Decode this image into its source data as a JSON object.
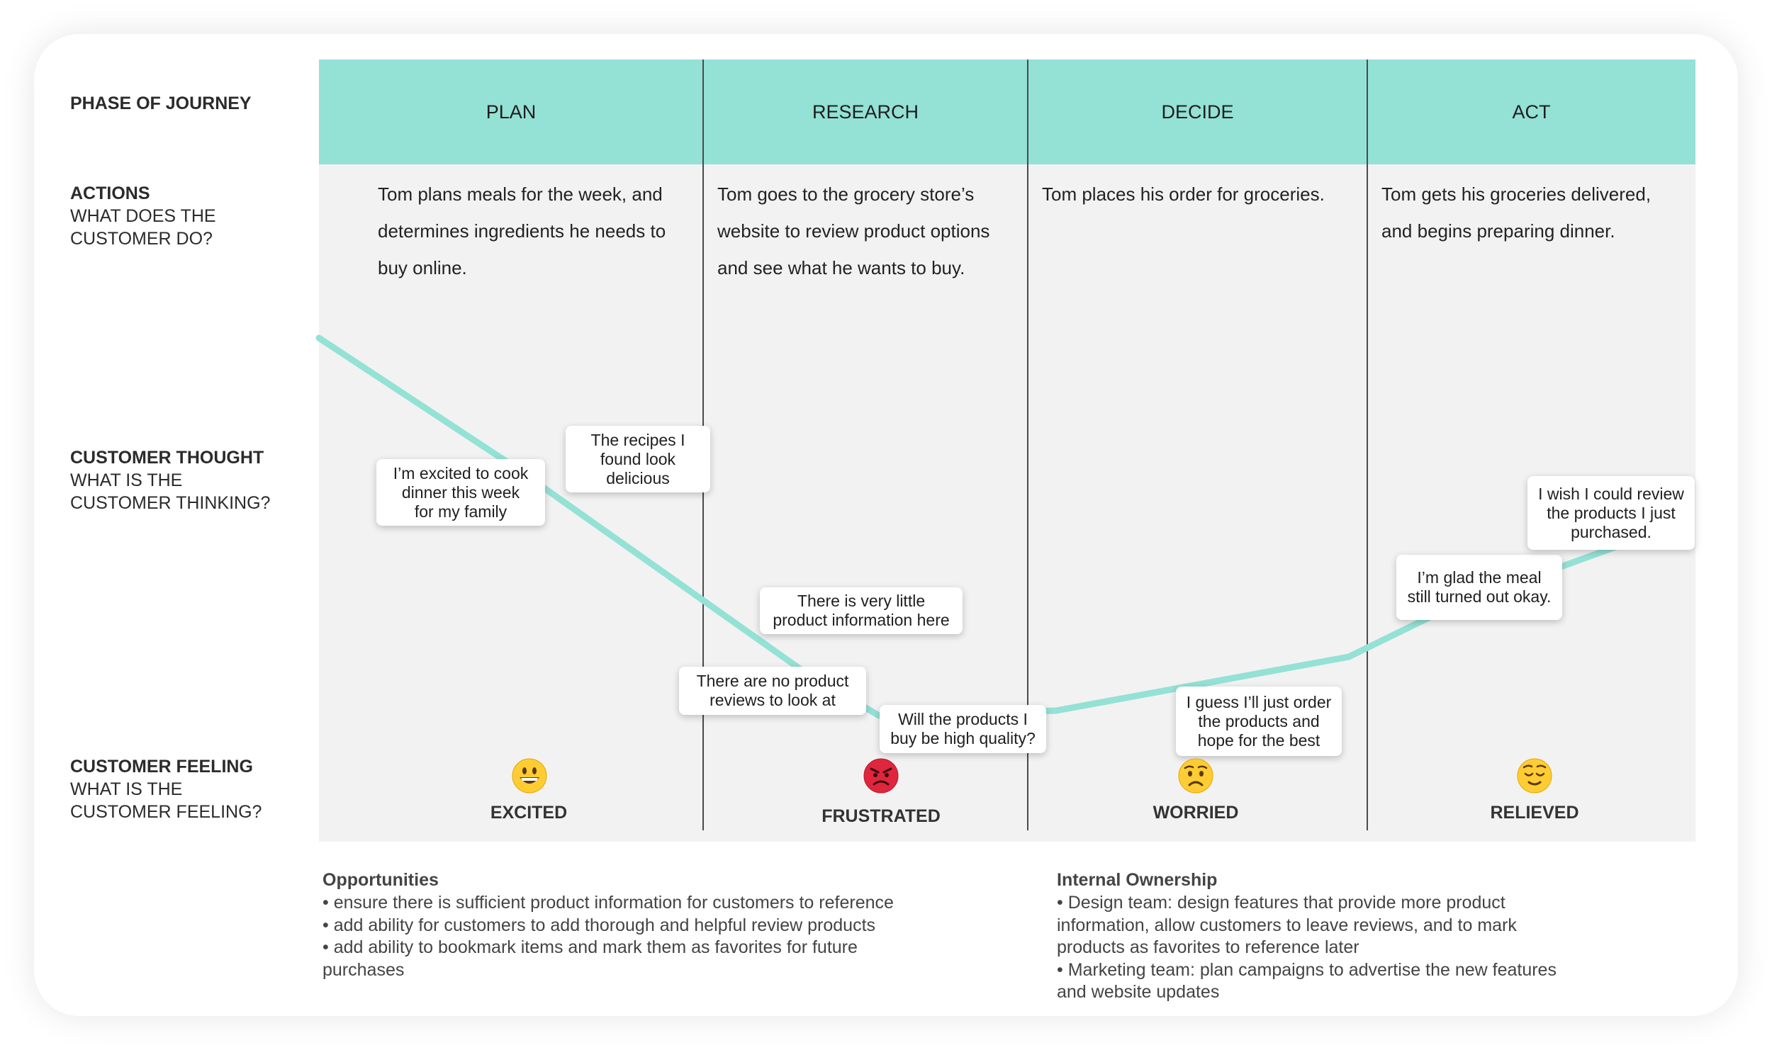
{
  "rows": {
    "phase": {
      "title": "PHASE OF JOURNEY"
    },
    "actions": {
      "title": "ACTIONS",
      "line1": "WHAT DOES THE",
      "line2": "CUSTOMER DO?"
    },
    "thought": {
      "title": "CUSTOMER THOUGHT",
      "line1": "WHAT IS THE",
      "line2": "CUSTOMER THINKING?"
    },
    "feeling": {
      "title": "CUSTOMER FEELING",
      "line1": "WHAT IS THE",
      "line2": "CUSTOMER FEELING?"
    }
  },
  "phases": [
    {
      "name": "PLAN",
      "action_lines": [
        "Tom plans meals for the week, and",
        "determines ingredients he needs to",
        "buy online."
      ],
      "feeling": "EXCITED",
      "emoji": "grinning-face"
    },
    {
      "name": "RESEARCH",
      "action_lines": [
        "Tom goes to the grocery store’s",
        "website to review product options",
        "and see what he wants to buy."
      ],
      "feeling": "FRUSTRATED",
      "emoji": "angry-face"
    },
    {
      "name": "DECIDE",
      "action_lines": [
        "Tom places his order for groceries."
      ],
      "feeling": "WORRIED",
      "emoji": "worried-face"
    },
    {
      "name": "ACT",
      "action_lines": [
        "Tom gets his groceries delivered,",
        "and begins preparing dinner."
      ],
      "feeling": "RELIEVED",
      "emoji": "relieved-face"
    }
  ],
  "thoughts": [
    {
      "lines": [
        "I’m excited to cook",
        "dinner this week",
        "for my family"
      ]
    },
    {
      "lines": [
        "The recipes I",
        "found look",
        "delicious"
      ]
    },
    {
      "lines": [
        "There is very little",
        "product information here"
      ]
    },
    {
      "lines": [
        "There are no product",
        "reviews to look at"
      ]
    },
    {
      "lines": [
        "Will the products I",
        "buy be high quality?"
      ]
    },
    {
      "lines": [
        "I guess I’ll just order",
        "the products and",
        "hope for the best"
      ]
    },
    {
      "lines": [
        "I’m glad the meal",
        "still turned out okay."
      ]
    },
    {
      "lines": [
        "I wish I could review",
        "the products I just",
        "purchased."
      ]
    }
  ],
  "footer": {
    "opportunities": {
      "title": "Opportunities",
      "items": [
        "ensure there is sufficient product information for customers to reference",
        "add ability for customers to add thorough and helpful review products",
        "add ability to bookmark items and mark them as favorites for future purchases"
      ]
    },
    "ownership": {
      "title": "Internal Ownership",
      "items": [
        "Design team: design features that provide more product information, allow customers to leave reviews, and to mark products as favorites to reference later",
        "Marketing team: plan campaigns to advertise the new features and website updates"
      ]
    }
  },
  "colors": {
    "header": "#94e1d5",
    "curve": "#94e1d5",
    "panel": "#f2f2f2"
  }
}
